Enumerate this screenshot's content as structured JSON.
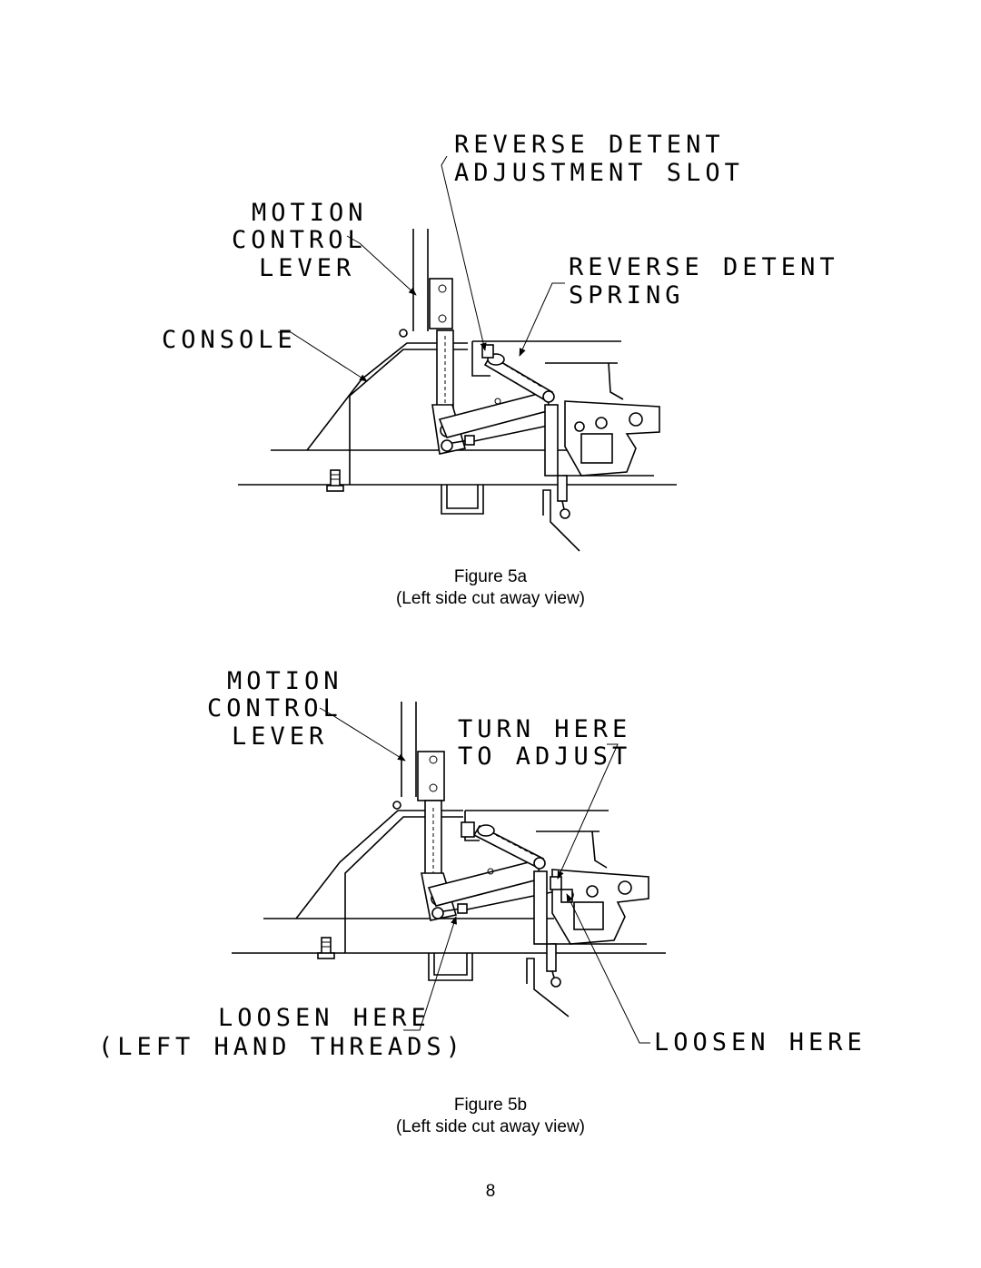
{
  "figure_a": {
    "labels": {
      "reverse_detent_adjustment_slot_1": "REVERSE DETENT",
      "reverse_detent_adjustment_slot_2": "ADJUSTMENT SLOT",
      "motion_control_lever_1": "MOTION",
      "motion_control_lever_2": "CONTROL",
      "motion_control_lever_3": "LEVER",
      "reverse_detent_spring_1": "REVERSE DETENT",
      "reverse_detent_spring_2": "SPRING",
      "console": "CONSOLE"
    },
    "caption_title": "Figure 5a",
    "caption_subtitle": "(Left side cut away view)"
  },
  "figure_b": {
    "labels": {
      "motion_control_lever_1": "MOTION",
      "motion_control_lever_2": "CONTROL",
      "motion_control_lever_3": "LEVER",
      "turn_here_1": "TURN HERE",
      "turn_here_2": "TO ADJUST",
      "loosen_left_1": "LOOSEN HERE",
      "loosen_left_2": "(LEFT HAND THREADS)",
      "loosen_right": "LOOSEN HERE"
    },
    "caption_title": "Figure 5b",
    "caption_subtitle": "(Left side cut away view)"
  },
  "page_number": "8"
}
